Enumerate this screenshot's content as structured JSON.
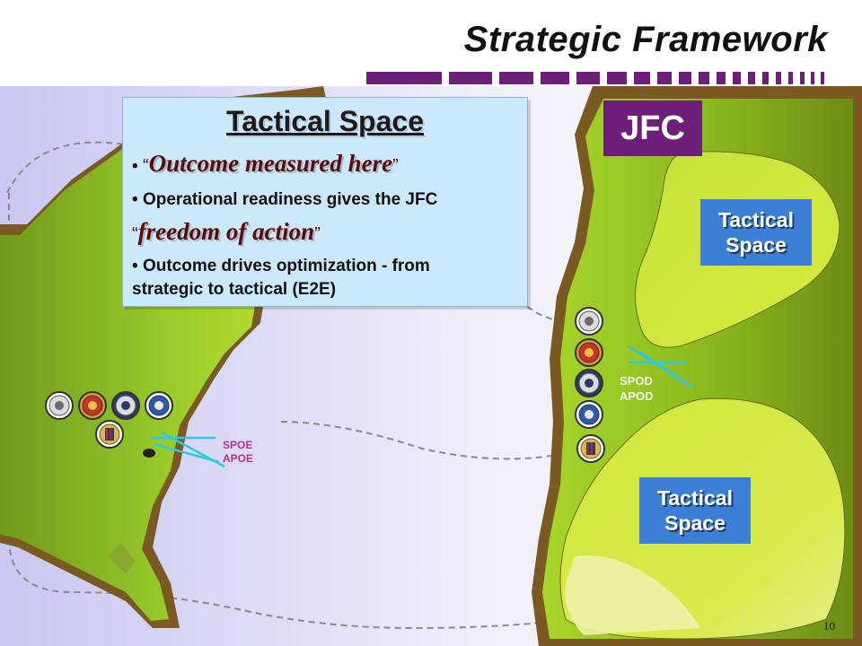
{
  "slide": {
    "title": "Strategic Framework",
    "page_number": "10"
  },
  "info_box": {
    "title": "Tactical Space",
    "bullet_1_prefix": "•",
    "bullet_1_open_quote": "“",
    "bullet_1_emph": "Outcome measured here",
    "bullet_1_close_quote": "”",
    "bullet_2_prefix": "•",
    "bullet_2_text": "Operational readiness gives the JFC",
    "bullet_2_open_quote": "“",
    "bullet_2_emph": "freedom of action",
    "bullet_2_close_quote": "”",
    "bullet_3_prefix": "•",
    "bullet_3_line1": "Outcome drives optimization - from",
    "bullet_3_line2": "strategic to tactical (E2E)"
  },
  "jfc_label": "JFC",
  "tactical_space_upper": {
    "line1": "Tactical",
    "line2": "Space"
  },
  "tactical_space_lower": {
    "line1": "Tactical",
    "line2": "Space"
  },
  "ports": {
    "west": {
      "line1": "SPOE",
      "line2": "APOE"
    },
    "east": {
      "line1": "SPOD",
      "line2": "APOD"
    }
  },
  "seals": {
    "west": [
      "army-seal-icon",
      "marines-seal-icon",
      "navy-seal-icon",
      "air-force-seal-icon",
      "dla-seal-icon"
    ],
    "east": [
      "army-seal-icon",
      "marines-seal-icon",
      "navy-seal-icon",
      "air-force-seal-icon",
      "dla-seal-icon"
    ]
  },
  "colors": {
    "accent_purple": "#6e1f7a",
    "info_box_bg": "#cce8fb",
    "tactical_label_bg": "#3b7fd6",
    "land_green": "#8fc227",
    "land_brown": "#8a6a2a",
    "port_label_west": "#b0358c"
  }
}
